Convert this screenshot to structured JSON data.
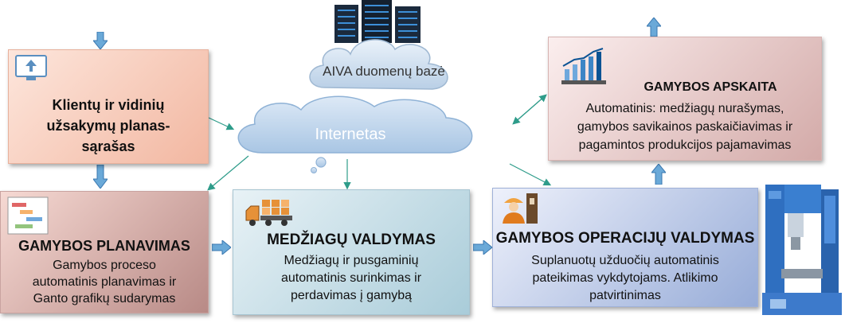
{
  "cloud_db": {
    "label": "AIVA duomenų bazė"
  },
  "internet": {
    "label": "Internetas"
  },
  "orders": {
    "title_lines": [
      "Klientų ir vidinių",
      "užsakymų planas-",
      "sąrašas"
    ],
    "icon": "upload-monitor-icon"
  },
  "planning": {
    "title": "GAMYBOS PLANAVIMAS",
    "desc_lines": [
      "Gamybos proceso",
      "automatinis planavimas ir",
      "Ganto grafikų sudarymas"
    ],
    "icon": "gantt-chart-icon"
  },
  "materials": {
    "title": "MEDŽIAGŲ VALDYMAS",
    "desc_lines": [
      "Medžiagų ir pusgaminių",
      "automatinis surinkimas ir",
      "perdavimas į gamybą"
    ],
    "icon": "delivery-truck-icon"
  },
  "operations": {
    "title": "GAMYBOS OPERACIJŲ VALDYMAS",
    "desc_lines": [
      "Suplanuotų užduočių automatinis",
      "pateikimas vykdytojams. Atlikimo",
      "patvirtinimas"
    ],
    "icon": "worker-icon"
  },
  "accounting": {
    "title": "GAMYBOS APSKAITA",
    "desc_lines": [
      "Automatinis: medžiagų nurašymas,",
      "gamybos savikainos paskaičiavimas ir",
      "pagamintos produkcijos pajamavimas"
    ],
    "icon": "growth-chart-icon"
  },
  "decor": {
    "server": "server-rack-icon",
    "machine": "cnc-machine-icon"
  },
  "colors": {
    "arrow": "#6aa9d8",
    "connector": "#2e9c8a",
    "cloud": "#c8dcef"
  }
}
